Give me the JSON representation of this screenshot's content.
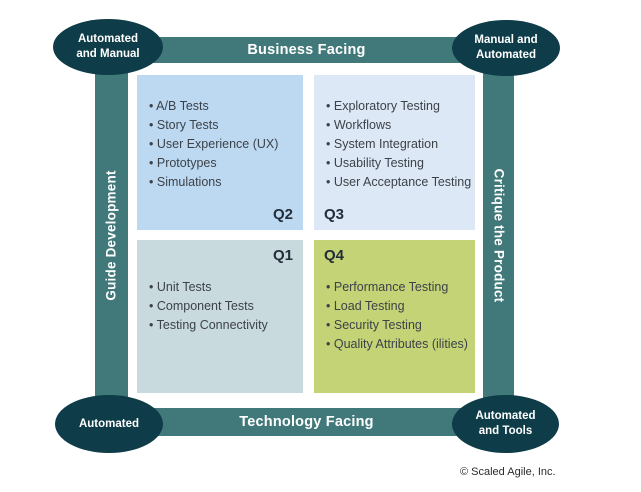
{
  "colors": {
    "ring": "#41797b",
    "badge": "#0e3c48",
    "q2_bg": "#bdd9f2",
    "q3_bg": "#dde8f6",
    "q1_bg": "#c9dade",
    "q4_bg": "#c5d377",
    "bar_text": "#ffffff",
    "item_text": "#3c4248",
    "label_text": "#222d3a"
  },
  "frame": {
    "top_label": "Business Facing",
    "bottom_label": "Technology Facing",
    "left_label": "Guide Development",
    "right_label": "Critique the Product"
  },
  "badges": {
    "top_left": {
      "line1": "Automated",
      "line2": "and Manual"
    },
    "top_right": {
      "line1": "Manual and",
      "line2": "Automated"
    },
    "bottom_left": {
      "line1": "Automated",
      "line2": ""
    },
    "bottom_right": {
      "line1": "Automated",
      "line2": "and Tools"
    }
  },
  "quadrants": {
    "q2": {
      "label": "Q2",
      "items": [
        "A/B Tests",
        "Story Tests",
        "User Experience (UX)",
        "Prototypes",
        "Simulations"
      ]
    },
    "q3": {
      "label": "Q3",
      "items": [
        "Exploratory Testing",
        "Workflows",
        "System Integration",
        "Usability Testing",
        "User Acceptance Testing"
      ]
    },
    "q1": {
      "label": "Q1",
      "items": [
        "Unit Tests",
        "Component Tests",
        "Testing Connectivity"
      ]
    },
    "q4": {
      "label": "Q4",
      "items": [
        "Performance Testing",
        "Load Testing",
        "Security Testing",
        "Quality Attributes (ilities)"
      ]
    }
  },
  "footer": {
    "copyright": "© Scaled Agile, Inc."
  }
}
